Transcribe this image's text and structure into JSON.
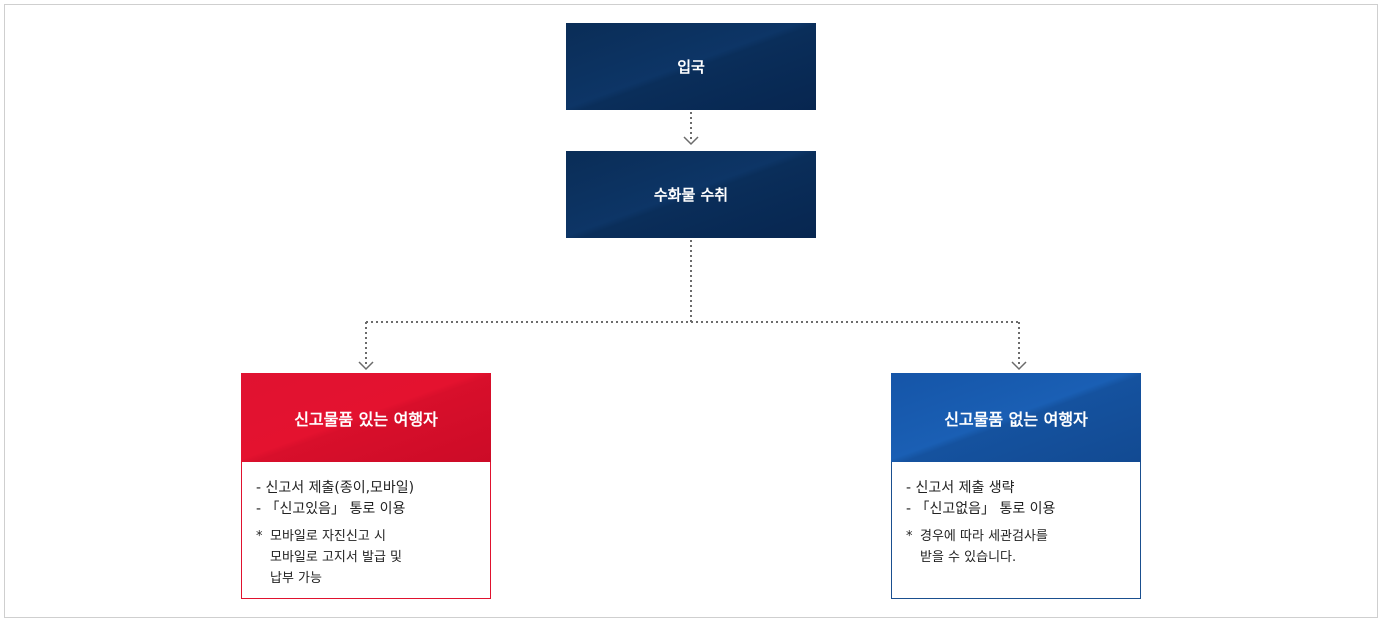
{
  "steps": [
    {
      "label": "입국"
    },
    {
      "label": "수화물 수취"
    }
  ],
  "branches": {
    "declare": {
      "title": "신고물품 있는 여행자",
      "items": [
        "- 신고서 제출(종이,모바일)",
        "- 「신고있음」 통로 이용"
      ],
      "note_mark": "*",
      "note": "모바일로 자진신고 시\n모바일로 고지서 발급 및\n납부 가능"
    },
    "no_declare": {
      "title": "신고물품 없는 여행자",
      "items": [
        "- 신고서 제출 생략",
        "- 「신고없음」 통로 이용"
      ],
      "note_mark": "*",
      "note": "경우에 따라 세관검사를\n받을 수 있습니다."
    }
  },
  "colors": {
    "navy": "#0d3566",
    "red": "#e4122f",
    "blue": "#1a5fb4",
    "connector": "#6b6b6b"
  }
}
